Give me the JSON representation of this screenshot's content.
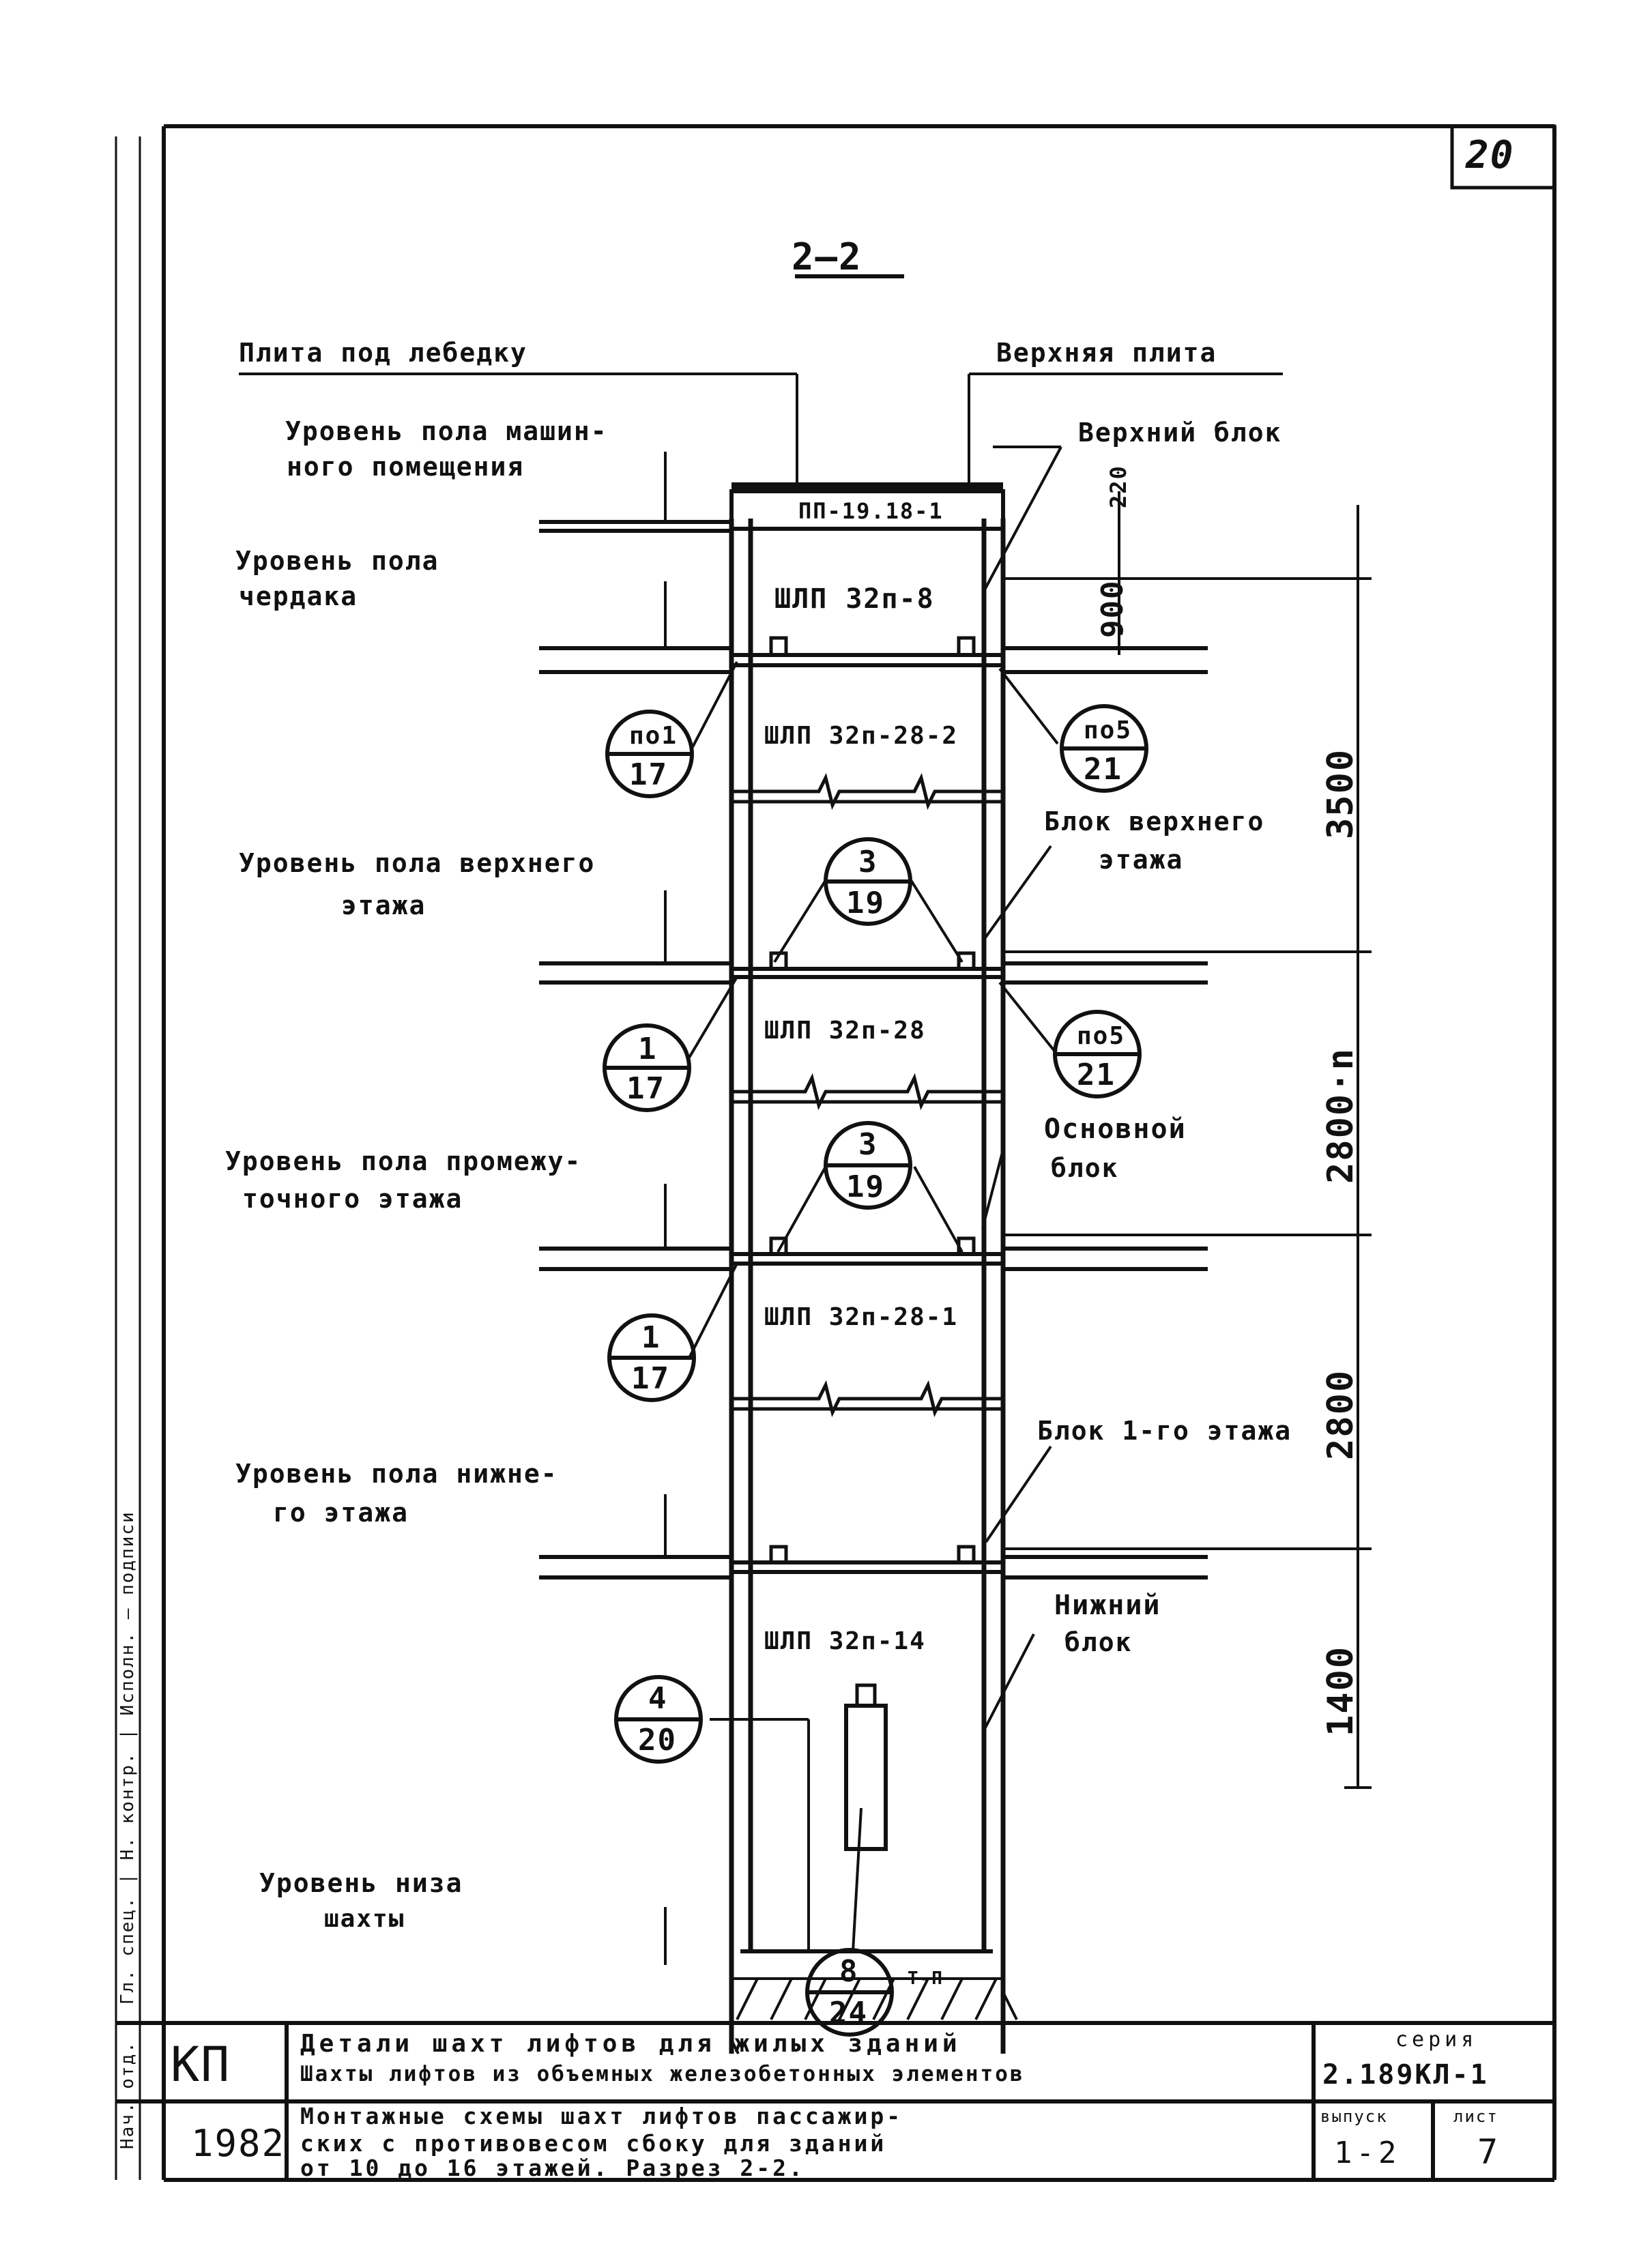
{
  "sheet_corner_number": "20",
  "section_title": "2—2",
  "labels": {
    "slab_under_winch": "Плита под лебедку",
    "top_slab": "Верхняя плита",
    "machine_room_floor_1": "Уровень пола машин-",
    "machine_room_floor_2": "ного помещения",
    "top_block": "Верхний блок",
    "attic_floor_1": "Уровень пола",
    "attic_floor_2": "чердака",
    "top_floor_block_1": "Блок верхнего",
    "top_floor_block_2": "этажа",
    "top_floor_level_1": "Уровень пола верхнего",
    "top_floor_level_2": "этажа",
    "main_block_1": "Основной",
    "main_block_2": "блок",
    "intermediate_floor_1": "Уровень пола промежу-",
    "intermediate_floor_2": "точного этажа",
    "first_floor_block": "Блок 1-го этажа",
    "lower_floor_1": "Уровень пола нижне-",
    "lower_floor_2": "го этажа",
    "bottom_block_1": "Нижний",
    "bottom_block_2": "блок",
    "pit_level_1": "Уровень низа",
    "pit_level_2": "шахты",
    "t_p": "Т-П"
  },
  "elements": {
    "pp": "ПП-19.18-1",
    "block_top": "ШЛП 32п-8",
    "block_upper": "ШЛП 32п-28-2",
    "block_main": "ШЛП 32п-28",
    "block_first": "ШЛП 32п-28-1",
    "block_bottom": "ШЛП 32п-14"
  },
  "dimensions": {
    "d220": "220",
    "d900": "900",
    "d3500": "3500",
    "d2800n": "2800·n",
    "d2800": "2800",
    "d1400": "1400"
  },
  "callouts": [
    {
      "top": "по1",
      "bottom": "17"
    },
    {
      "top": "по5",
      "bottom": "21"
    },
    {
      "top": "3",
      "bottom": "19"
    },
    {
      "top": "1",
      "bottom": "17"
    },
    {
      "top": "по5",
      "bottom": "21"
    },
    {
      "top": "3",
      "bottom": "19"
    },
    {
      "top": "1",
      "bottom": "17"
    },
    {
      "top": "4",
      "bottom": "20"
    },
    {
      "top": "8",
      "bottom": "24"
    }
  ],
  "sidebar_stamp": "Нач. отд. | Гл. спец. | Н. контр. | Исполн. — подписи",
  "title_block": {
    "code": "КП",
    "title_1": "Детали шахт лифтов для жилых зданий",
    "title_2": "Шахты лифтов из объемных железобетонных элементов",
    "series_label": "серия",
    "series_value": "2.189КЛ-1",
    "year": "1982",
    "desc_1": "Монтажные схемы шахт лифтов пассажир-",
    "desc_2": "ских с противовесом сбоку для зданий",
    "desc_3": "от 10 до 16 этажей. Разрез 2-2.",
    "issue_label": "выпуск",
    "issue_value": "1-2",
    "sheet_label": "лист",
    "sheet_value": "7"
  }
}
